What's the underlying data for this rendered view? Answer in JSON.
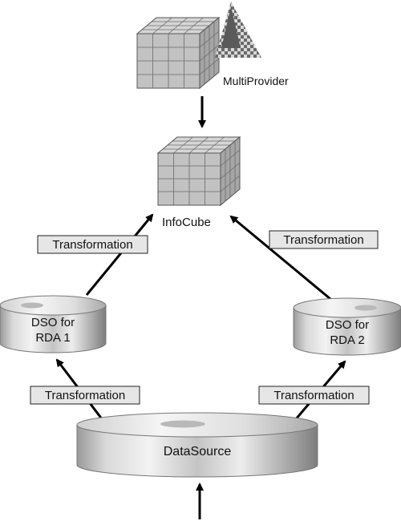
{
  "nodes": {
    "multiprovider": {
      "label": "MultiProvider"
    },
    "infocube": {
      "label": "InfoCube"
    },
    "dso1": {
      "label_line1": "DSO for",
      "label_line2": "RDA 1"
    },
    "dso2": {
      "label_line1": "DSO for",
      "label_line2": "RDA 2"
    },
    "datasource": {
      "label": "DataSource"
    }
  },
  "transformations": {
    "dso1_to_infocube": "Transformation",
    "dso2_to_infocube": "Transformation",
    "datasource_to_dso1": "Transformation",
    "datasource_to_dso2": "Transformation"
  },
  "colors": {
    "arrow": "#000000",
    "label_box_fill": "#e6e6e6",
    "label_box_stroke": "#222222",
    "cube_fill": "#bdbdbd",
    "cylinder_light": "#f2f2f2",
    "cylinder_dark": "#8c8c8c"
  },
  "icons": {
    "multiprovider_icon": "checkered-triangle-icon"
  }
}
